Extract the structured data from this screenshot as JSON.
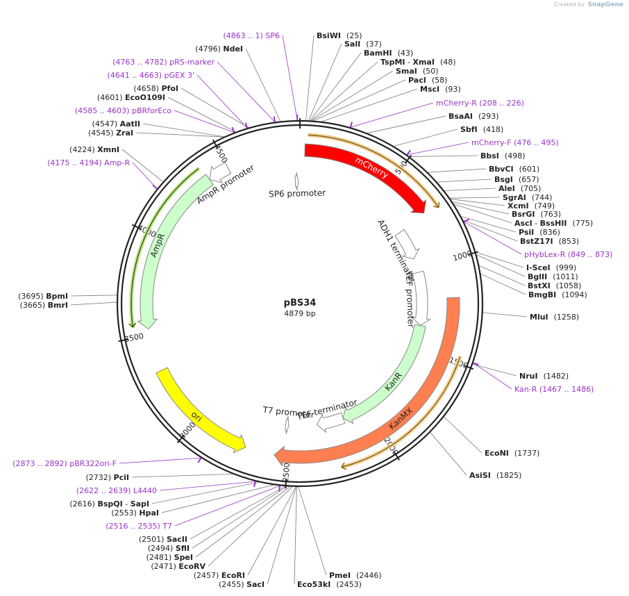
{
  "header": {
    "created_by": "Created by",
    "brand": "SnapGene"
  },
  "plasmid": {
    "name": "pBS34",
    "length_label": "4879 bp",
    "length": 4879
  },
  "colors": {
    "primer": "#9932cc",
    "backbone": "#222222",
    "arrow_stroke": "#888888"
  },
  "ticks": [
    {
      "pos": 500,
      "label": "500"
    },
    {
      "pos": 1000,
      "label": "1000"
    },
    {
      "pos": 1500,
      "label": "1500"
    },
    {
      "pos": 2000,
      "label": "2000"
    },
    {
      "pos": 2500,
      "label": "2500"
    },
    {
      "pos": 3000,
      "label": "3000"
    },
    {
      "pos": 3500,
      "label": "3500"
    },
    {
      "pos": 4000,
      "label": "4000"
    },
    {
      "pos": 4500,
      "label": "4500"
    }
  ],
  "features": [
    {
      "id": "mcherry",
      "name": "mCherry",
      "start": 25,
      "end": 731,
      "strand": 1,
      "ring": 0,
      "fill": "#ff0000",
      "label_inside": true,
      "text_color": "#ffffff"
    },
    {
      "id": "kanmx",
      "name": "KanMX",
      "start": 1190,
      "end": 2570,
      "strand": 1,
      "ring": 0,
      "fill": "#ff7f50",
      "label_inside": true,
      "text_color": "#222222"
    },
    {
      "id": "ori",
      "name": "ori",
      "start": 2720,
      "end": 3310,
      "strand": -1,
      "ring": 0,
      "fill": "#ffff00",
      "label_inside": true,
      "text_color": "#222222"
    },
    {
      "id": "ampr",
      "name": "AmpR",
      "start": 3530,
      "end": 4390,
      "strand": -1,
      "ring": 0,
      "fill": "#ccffcc",
      "label_inside": true,
      "text_color": "#222222"
    },
    {
      "id": "ampr-promoter",
      "name": "AmpR promoter",
      "start": 4390,
      "end": 4500,
      "strand": -1,
      "ring": 0,
      "fill": "#ffffff",
      "label_inside": false,
      "text_color": "#222222"
    },
    {
      "id": "sp6-promoter",
      "name": "SP6 promoter",
      "start": 4850,
      "end": 4870,
      "strand": 1,
      "ring": 1,
      "fill": "#ffffff",
      "label_inside": false,
      "text_color": "#222222"
    },
    {
      "id": "adh1-terminator",
      "name": "ADH1 terminator",
      "start": 740,
      "end": 930,
      "strand": 1,
      "ring": 1,
      "fill": "#ffffff",
      "label_inside": false,
      "text_color": "#222222"
    },
    {
      "id": "tef-promoter",
      "name": "TEF promoter",
      "start": 1020,
      "end": 1360,
      "strand": 1,
      "ring": 1,
      "fill": "#ffffff",
      "label_inside": false,
      "text_color": "#222222"
    },
    {
      "id": "kanr",
      "name": "KanR",
      "start": 1360,
      "end": 2160,
      "strand": 1,
      "ring": 1,
      "fill": "#ccffcc",
      "label_inside": true,
      "text_color": "#222222"
    },
    {
      "id": "tef-terminator",
      "name": "TEF terminator",
      "start": 2160,
      "end": 2330,
      "strand": 1,
      "ring": 1,
      "fill": "#ffffff",
      "label_inside": false,
      "text_color": "#222222"
    },
    {
      "id": "t7-promoter",
      "name": "T7 promoter",
      "start": 2510,
      "end": 2530,
      "strand": -1,
      "ring": 1,
      "fill": "#ffffff",
      "label_inside": false,
      "text_color": "#222222"
    }
  ],
  "orf_arcs": [
    {
      "id": "orf-mcherry",
      "start": 37,
      "end": 749,
      "strand": 1,
      "color": "#8b6914",
      "halo": "#f5d5a0"
    },
    {
      "id": "orf-kanr",
      "start": 1467,
      "end": 2246,
      "strand": 1,
      "color": "#8b6914",
      "halo": "#f5d5a0"
    },
    {
      "id": "orf-ampr",
      "start": 3550,
      "end": 4380,
      "strand": -1,
      "color": "#3a6b00",
      "halo": "#c8e6a0"
    }
  ],
  "primer_marks": [
    {
      "id": "p-sp6",
      "pos": 4868
    },
    {
      "id": "p-mcherry-r",
      "pos": 217
    },
    {
      "id": "p-mcherry-f",
      "pos": 485
    },
    {
      "id": "p-phyblex-r",
      "pos": 861
    },
    {
      "id": "p-kan-r",
      "pos": 1476
    },
    {
      "id": "p-t7",
      "pos": 2525
    },
    {
      "id": "p-l4440",
      "pos": 2630
    },
    {
      "id": "p-pbr322ori-f",
      "pos": 2882
    },
    {
      "id": "p-amp-r",
      "pos": 4185
    },
    {
      "id": "p-pbrforeco",
      "pos": 4594
    },
    {
      "id": "p-pgex3",
      "pos": 4652
    },
    {
      "id": "p-prs-marker",
      "pos": 4772
    }
  ],
  "labels_right": [
    {
      "kind": "site",
      "name": "BsiWI",
      "pos_text": "(25)",
      "pos": 25
    },
    {
      "kind": "site",
      "name": "SalI",
      "pos_text": "(37)",
      "pos": 37
    },
    {
      "kind": "site",
      "name": "BamHI",
      "pos_text": "(43)",
      "pos": 43
    },
    {
      "kind": "site2",
      "name": "TspMI",
      "name2": "XmaI",
      "pos_text": "(48)",
      "pos": 48
    },
    {
      "kind": "site",
      "name": "SmaI",
      "pos_text": "(50)",
      "pos": 50
    },
    {
      "kind": "site",
      "name": "PacI",
      "pos_text": "(58)",
      "pos": 58
    },
    {
      "kind": "site",
      "name": "MscI",
      "pos_text": "(93)",
      "pos": 93
    },
    {
      "kind": "primer",
      "text": "mCherry-R   (208 .. 226)",
      "pos": 217
    },
    {
      "kind": "site",
      "name": "BsaAI",
      "pos_text": "(293)",
      "pos": 293
    },
    {
      "kind": "site",
      "name": "SbfI",
      "pos_text": "(418)",
      "pos": 418
    },
    {
      "kind": "primer",
      "text": "mCherry-F   (476 .. 495)",
      "pos": 485
    },
    {
      "kind": "site",
      "name": "BbsI",
      "pos_text": "(498)",
      "pos": 498
    },
    {
      "kind": "site",
      "name": "BbvCI",
      "pos_text": "(601)",
      "pos": 601
    },
    {
      "kind": "site",
      "name": "BsgI",
      "pos_text": "(657)",
      "pos": 657
    },
    {
      "kind": "site",
      "name": "AleI",
      "pos_text": "(705)",
      "pos": 705
    },
    {
      "kind": "site",
      "name": "SgrAI",
      "pos_text": "(744)",
      "pos": 744
    },
    {
      "kind": "site",
      "name": "XcmI",
      "pos_text": "(749)",
      "pos": 749
    },
    {
      "kind": "site",
      "name": "BsrGI",
      "pos_text": "(763)",
      "pos": 763
    },
    {
      "kind": "site2",
      "name": "AscI",
      "name2": "BssHII",
      "pos_text": "(775)",
      "pos": 775
    },
    {
      "kind": "site",
      "name": "PsiI",
      "pos_text": "(836)",
      "pos": 836
    },
    {
      "kind": "site",
      "name": "BstZ17I",
      "pos_text": "(853)",
      "pos": 853
    },
    {
      "kind": "primer",
      "text": "pHybLex-R   (849 .. 873)",
      "pos": 861
    },
    {
      "kind": "site",
      "name": "I-SceI",
      "pos_text": "(999)",
      "pos": 999
    },
    {
      "kind": "site",
      "name": "BglII",
      "pos_text": "(1011)",
      "pos": 1011
    },
    {
      "kind": "site",
      "name": "BstXI",
      "pos_text": "(1058)",
      "pos": 1058
    },
    {
      "kind": "site",
      "name": "BmgBI",
      "pos_text": "(1094)",
      "pos": 1094
    },
    {
      "kind": "site",
      "name": "MluI",
      "pos_text": "(1258)",
      "pos": 1258
    },
    {
      "kind": "site",
      "name": "NruI",
      "pos_text": "(1482)",
      "pos": 1482
    },
    {
      "kind": "primer",
      "text": "Kan-R   (1467 .. 1486)",
      "pos": 1476
    },
    {
      "kind": "site",
      "name": "EcoNI",
      "pos_text": "(1737)",
      "pos": 1737
    },
    {
      "kind": "site",
      "name": "AsiSI",
      "pos_text": "(1825)",
      "pos": 1825
    }
  ],
  "labels_bottom": [
    {
      "kind": "site",
      "name": "PmeI",
      "pos_text": "(2446)",
      "pos": 2446
    },
    {
      "kind": "site",
      "name": "Eco53kI",
      "pos_text": "(2453)",
      "pos": 2453
    }
  ],
  "labels_left": [
    {
      "kind": "primer",
      "text": "(4863 .. 1)   SP6",
      "pos": 4868
    },
    {
      "kind": "site",
      "name": "NdeI",
      "pos_text": "(4796)",
      "pos": 4796
    },
    {
      "kind": "primer",
      "text": "(4763 .. 4782)   pRS-marker",
      "pos": 4772
    },
    {
      "kind": "primer",
      "text": "(4641 .. 4663)   pGEX 3'",
      "pos": 4652
    },
    {
      "kind": "site",
      "name": "PfoI",
      "pos_text": "(4658)",
      "pos": 4658
    },
    {
      "kind": "site",
      "name": "EcoO109I",
      "pos_text": "(4601)",
      "pos": 4601
    },
    {
      "kind": "primer",
      "text": "(4585 .. 4603)   pBRforEco",
      "pos": 4594
    },
    {
      "kind": "site",
      "name": "AatII",
      "pos_text": "(4547)",
      "pos": 4547
    },
    {
      "kind": "site",
      "name": "ZraI",
      "pos_text": "(4545)",
      "pos": 4545
    },
    {
      "kind": "site",
      "name": "XmnI",
      "pos_text": "(4224)",
      "pos": 4224
    },
    {
      "kind": "primer",
      "text": "(4175 .. 4194)   Amp-R",
      "pos": 4185
    },
    {
      "kind": "site",
      "name": "BpmI",
      "pos_text": "(3695)",
      "pos": 3695
    },
    {
      "kind": "site",
      "name": "BmrI",
      "pos_text": "(3665)",
      "pos": 3665
    },
    {
      "kind": "primer",
      "text": "(2873 .. 2892)   pBR322ori-F",
      "pos": 2882
    },
    {
      "kind": "site",
      "name": "PciI",
      "pos_text": "(2732)",
      "pos": 2732
    },
    {
      "kind": "primer",
      "text": "(2622 .. 2639)   L4440",
      "pos": 2630
    },
    {
      "kind": "site2",
      "name": "BspQI",
      "name2": "SapI",
      "pos_text": "(2616)",
      "pos": 2616
    },
    {
      "kind": "site",
      "name": "HpaI",
      "pos_text": "(2553)",
      "pos": 2553
    },
    {
      "kind": "primer",
      "text": "(2516 .. 2535)   T7",
      "pos": 2525
    },
    {
      "kind": "site",
      "name": "SacII",
      "pos_text": "(2501)",
      "pos": 2501
    },
    {
      "kind": "site",
      "name": "SfiI",
      "pos_text": "(2494)",
      "pos": 2494
    },
    {
      "kind": "site",
      "name": "SpeI",
      "pos_text": "(2481)",
      "pos": 2481
    },
    {
      "kind": "site",
      "name": "EcoRV",
      "pos_text": "(2471)",
      "pos": 2471
    },
    {
      "kind": "site",
      "name": "EcoRI",
      "pos_text": "(2457)",
      "pos": 2457
    },
    {
      "kind": "site",
      "name": "SacI",
      "pos_text": "(2455)",
      "pos": 2455
    }
  ]
}
